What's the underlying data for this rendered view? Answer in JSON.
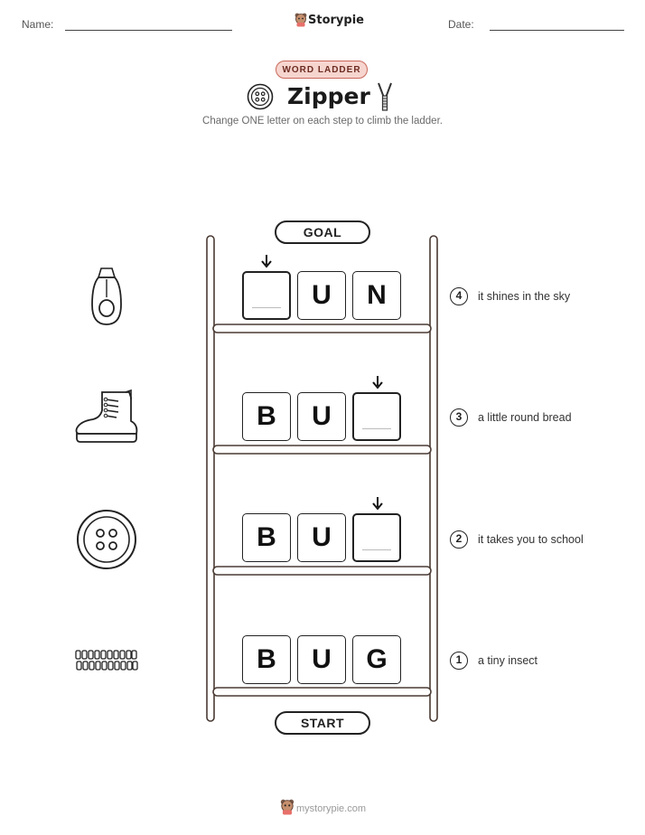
{
  "header": {
    "name_label": "Name:",
    "date_label": "Date:",
    "brand": "Storypie"
  },
  "badge": "WORD LADDER",
  "title": "Zipper",
  "subtitle": "Change ONE letter on each step to climb the ladder.",
  "ladder": {
    "goal_label": "GOAL",
    "start_label": "START"
  },
  "rows": [
    {
      "step": "4",
      "clue": "it shines in the sky",
      "picture": "zipper-pull-icon",
      "letters": [
        "",
        "U",
        "N"
      ],
      "blank_index": 0
    },
    {
      "step": "3",
      "clue": "a little round bread",
      "picture": "boot-icon",
      "letters": [
        "B",
        "U",
        ""
      ],
      "blank_index": 2
    },
    {
      "step": "2",
      "clue": "it takes you to school",
      "picture": "button-icon",
      "letters": [
        "B",
        "U",
        ""
      ],
      "blank_index": 2
    },
    {
      "step": "1",
      "clue": "a tiny insect",
      "picture": "zipper-teeth-icon",
      "letters": [
        "B",
        "U",
        "G"
      ],
      "blank_index": -1
    }
  ],
  "footer": "mystorypie.com",
  "colors": {
    "ladder": "#4a3a33",
    "badge_fill": "#f7d5cf",
    "badge_border": "#c9685a"
  }
}
